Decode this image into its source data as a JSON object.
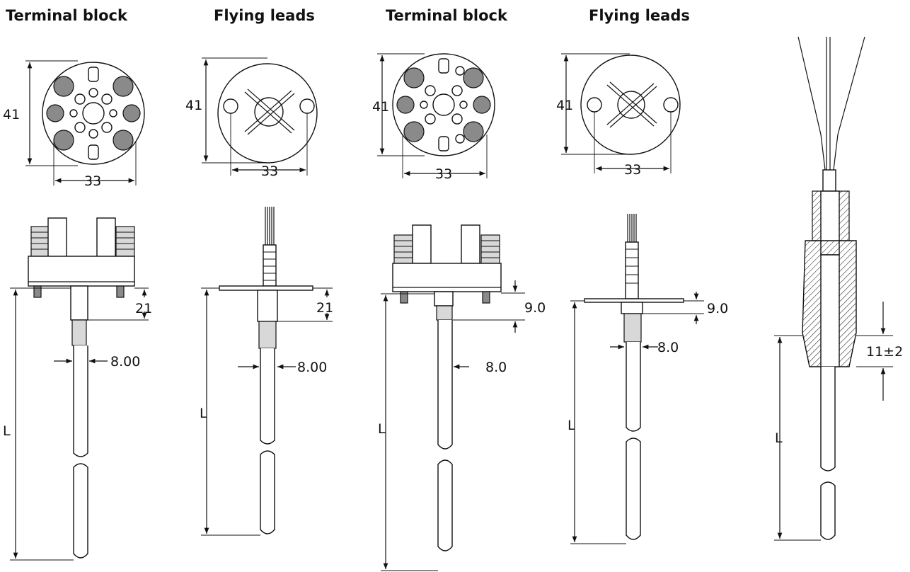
{
  "headings": {
    "h1": "Terminal block",
    "h2": "Flying leads",
    "h3": "Terminal block",
    "h4": "Flying leads"
  },
  "dimensions": {
    "height": "41",
    "width": "33",
    "length": "L",
    "neck_21": "21",
    "neck_9": "9.0",
    "dia_800": "8.00",
    "dia_80": "8.0",
    "thread": "11±2"
  }
}
